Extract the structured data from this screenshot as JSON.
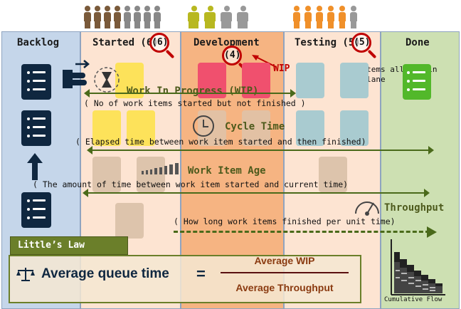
{
  "lanes": [
    {
      "id": "backlog",
      "label": "Backlog"
    },
    {
      "id": "started",
      "label": "Started (6)"
    },
    {
      "id": "development",
      "label": "Development"
    },
    {
      "id": "testing",
      "label": "Testing (5)"
    },
    {
      "id": "done",
      "label": "Done"
    }
  ],
  "wip_badges": {
    "started": "(6)",
    "development": "(4)",
    "testing": "(5)"
  },
  "annotations": {
    "wip_limit": "WIP Limit",
    "max_items": "Max items allowed in swim lane"
  },
  "metrics": {
    "wip": {
      "title": "Work In Progress (WIP)",
      "desc": "( No of work items started but not finished )"
    },
    "cycle": {
      "title": "Cycle Time",
      "desc": "( Elapsed time between work item started and then finished)"
    },
    "age": {
      "title": "Work Item Age",
      "desc": "( The amount of time between work item started and current time)"
    },
    "throughput": {
      "title": "Throughput",
      "desc": "( How long work items finished per unit time)"
    }
  },
  "littles_law": {
    "tag": "Little’s Law",
    "lhs": "Average queue time",
    "equals": "=",
    "numerator": "Average WIP",
    "denominator": "Average Throughput"
  },
  "cumulative_flow": {
    "label": "Cumulative Flow"
  },
  "colors": {
    "backlog_bg": "#c5d6ea",
    "started_bg": "#fde4d2",
    "development_bg": "#f6b482",
    "testing_bg": "#fde4d2",
    "done_bg": "#cde0b2",
    "card_navy": "#0f2740",
    "card_yellow": "#fde25a",
    "card_red": "#f0506e",
    "card_teal": "#a9cbd0",
    "card_green": "#52b82a",
    "card_beige": "#ddc4ac",
    "accent_red": "#c00000",
    "metric_text": "#4d5a1c"
  }
}
